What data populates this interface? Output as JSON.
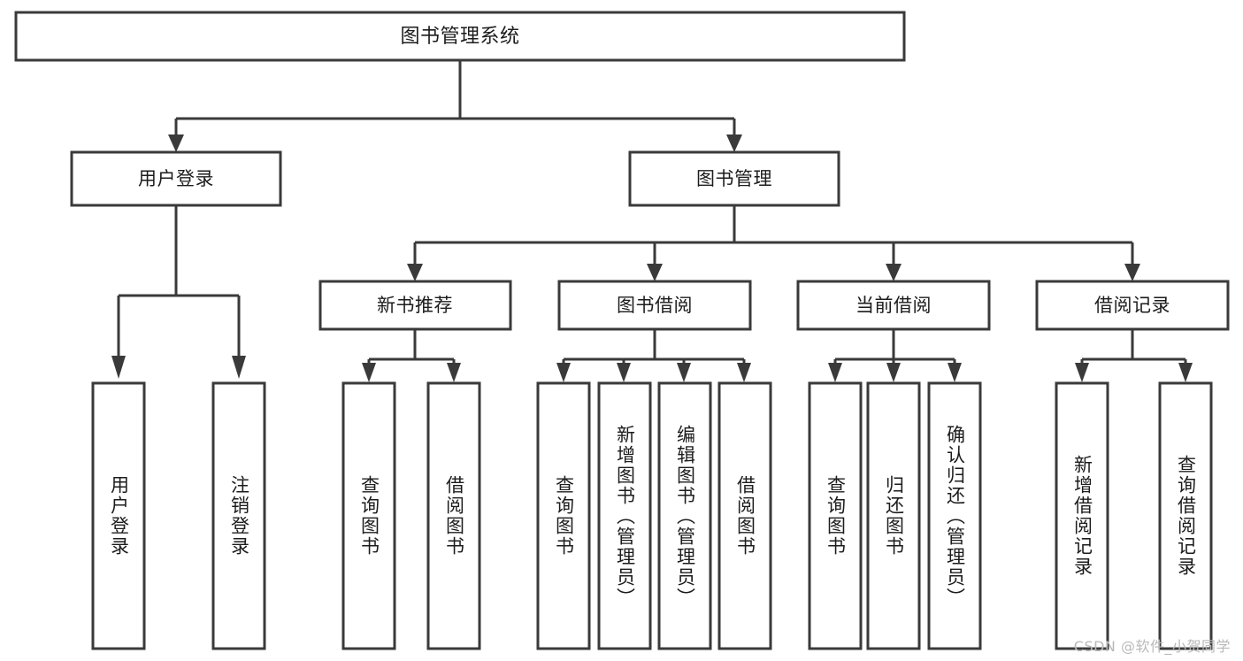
{
  "diagram": {
    "title": "图书管理系统",
    "type": "hierarchy-tree",
    "watermark": "CSDN @软件_小贺同学",
    "colors": {
      "stroke": "#3a3a3a",
      "fill": "#ffffff",
      "text": "#1c1c1c",
      "watermark": "#b9b9b9",
      "background": "#ffffff"
    },
    "levels": {
      "root": {
        "label": "图书管理系统"
      },
      "level2": [
        {
          "id": "user-login",
          "label": "用户登录"
        },
        {
          "id": "book-management",
          "label": "图书管理"
        }
      ],
      "level3": [
        {
          "id": "new-book-recommend",
          "label": "新书推荐"
        },
        {
          "id": "book-borrow",
          "label": "图书借阅"
        },
        {
          "id": "current-borrow",
          "label": "当前借阅"
        },
        {
          "id": "borrow-record",
          "label": "借阅记录"
        }
      ],
      "leaves": {
        "user_login": [
          {
            "id": "leaf-user-login",
            "label": "用户登录"
          },
          {
            "id": "leaf-logout-login",
            "label": "注销登录"
          }
        ],
        "new_book_recommend": [
          {
            "id": "leaf-query-book-1",
            "label": "查询图书"
          },
          {
            "id": "leaf-borrow-book-1",
            "label": "借阅图书"
          }
        ],
        "book_borrow": [
          {
            "id": "leaf-query-book-2",
            "label": "查询图书"
          },
          {
            "id": "leaf-add-book",
            "label": "新增图书（管理员）"
          },
          {
            "id": "leaf-edit-book",
            "label": "编辑图书（管理员）"
          },
          {
            "id": "leaf-borrow-book-2",
            "label": "借阅图书"
          }
        ],
        "current_borrow": [
          {
            "id": "leaf-query-book-3",
            "label": "查询图书"
          },
          {
            "id": "leaf-return-book",
            "label": "归还图书"
          },
          {
            "id": "leaf-confirm-return",
            "label": "确认归还（管理员）"
          }
        ],
        "borrow_record": [
          {
            "id": "leaf-add-record",
            "label": "新增借阅记录"
          },
          {
            "id": "leaf-query-record",
            "label": "查询借阅记录"
          }
        ]
      }
    }
  }
}
